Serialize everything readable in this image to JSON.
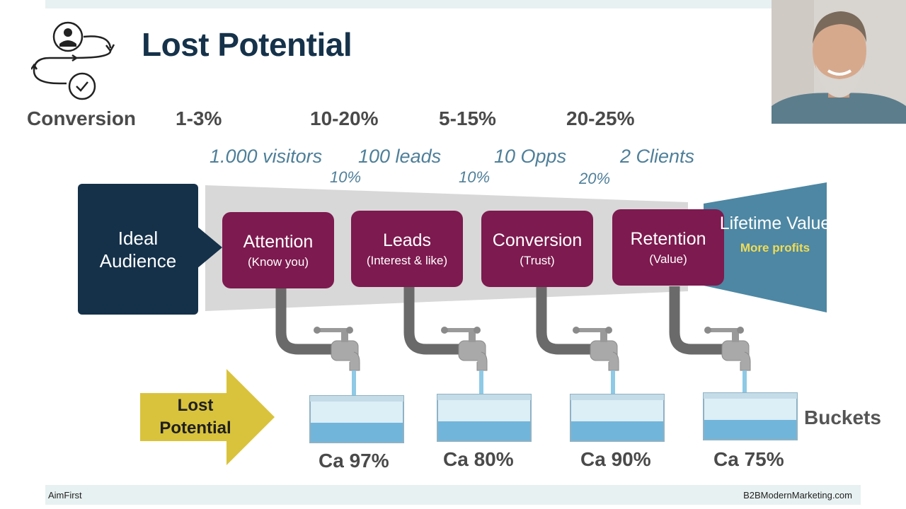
{
  "slide": {
    "title": "Lost Potential",
    "conversion_label": "Conversion",
    "conversion_rates": [
      "1-3%",
      "10-20%",
      "5-15%",
      "20-25%"
    ],
    "volumes": [
      "1.000 visitors",
      "100 leads",
      "10 Opps",
      "2 Clients"
    ],
    "step_rates": [
      "10%",
      "10%",
      "20%"
    ],
    "ideal_audience": "Ideal Audience",
    "stages": [
      {
        "name": "Attention",
        "sub": "(Know you)"
      },
      {
        "name": "Leads",
        "sub": "(Interest & like)"
      },
      {
        "name": "Conversion",
        "sub": "(Trust)"
      },
      {
        "name": "Retention",
        "sub": "(Value)"
      }
    ],
    "lifetime": {
      "name": "Lifetime Value",
      "sub": "More profits"
    },
    "lost_potential": "Lost Potential",
    "losses": [
      "Ca 97%",
      "Ca 80%",
      "Ca 90%",
      "Ca 75%"
    ],
    "buckets_label": "Buckets"
  },
  "footer": {
    "left": "AimFirst",
    "right": "B2BModernMarketing.com"
  },
  "colors": {
    "title": "#15324a",
    "audience": "#15314a",
    "stage": "#7d1a4f",
    "lifetime": "#4d87a3",
    "accent_text": "#4e7f99",
    "arrow": "#d9c33c",
    "highlight": "#f0dc55"
  },
  "icons": {
    "header": "customer-cycle-icon",
    "taps": "water-tap-icon",
    "buckets": "water-bucket-icon"
  }
}
